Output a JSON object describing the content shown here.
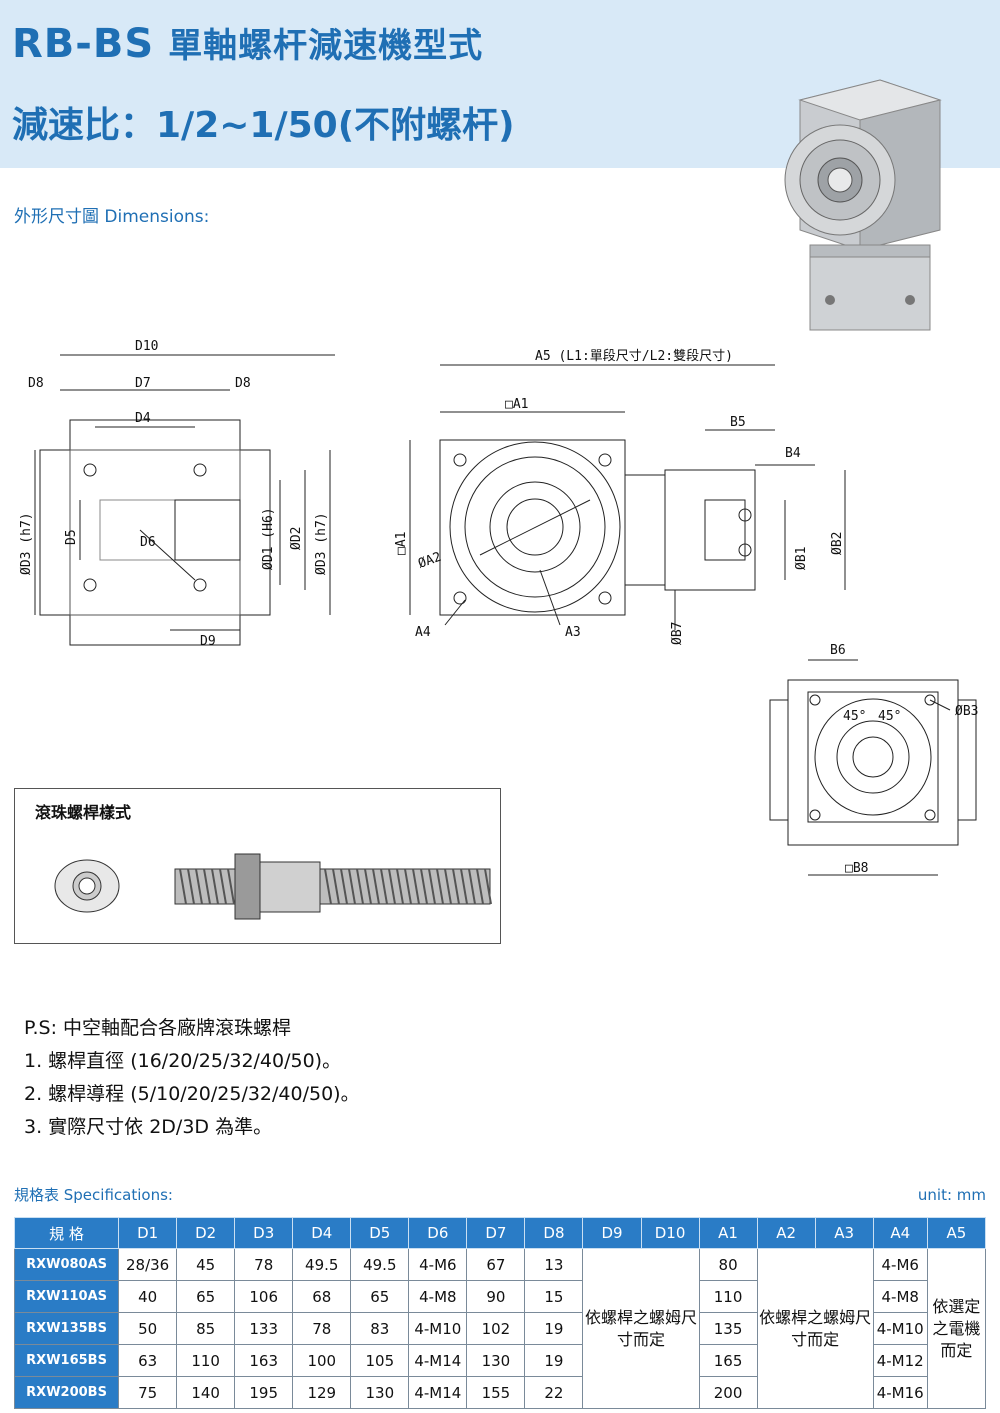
{
  "header": {
    "model": "RB-BS",
    "title_cn": "單軸螺杆減速機型式",
    "ratio": "減速比：1/2~1/50(不附螺杆)"
  },
  "dimensions_label": "外形尺寸圖 Dimensions:",
  "drawing_labels": {
    "d10": "D10",
    "d8": "D8",
    "d7": "D7",
    "d8b": "D8",
    "d4": "D4",
    "d3h7": "ØD3 (h7)",
    "d5": "D5",
    "d6": "D6",
    "d1h6": "ØD1 (H6)",
    "d2": "ØD2",
    "d3h7b": "ØD3 (h7)",
    "d9": "D9",
    "a5": "A5 (L1:單段尺寸/L2:雙段尺寸)",
    "a1": "□A1",
    "a1v": "□A1",
    "a2": "ØA2",
    "a3": "A3",
    "a4": "A4",
    "b5": "B5",
    "b4": "B4",
    "b2": "ØB2",
    "b1": "ØB1",
    "b7": "ØB7",
    "b6": "B6",
    "b3": "ØB3",
    "b8": "□B8",
    "deg1": "45°",
    "deg2": "45°"
  },
  "screw_box_title": "滾珠螺桿樣式",
  "notes": [
    "P.S: 中空軸配合各廠牌滾珠螺桿",
    "1. 螺桿直徑 (16/20/25/32/40/50)。",
    "2. 螺桿導程 (5/10/20/25/32/40/50)。",
    "3. 實際尺寸依 2D/3D 為準。"
  ],
  "spec_label": "規格表 Specifications:",
  "unit": "unit: mm",
  "table": {
    "headers": [
      "規 格",
      "D1",
      "D2",
      "D3",
      "D4",
      "D5",
      "D6",
      "D7",
      "D8",
      "D9",
      "D10",
      "A1",
      "A2",
      "A3",
      "A4",
      "A5"
    ],
    "rows": [
      {
        "model": "RXW080AS",
        "d1": "28/36",
        "d2": "45",
        "d3": "78",
        "d4": "49.5",
        "d5": "49.5",
        "d6": "4-M6",
        "d7": "67",
        "d8": "13",
        "a1": "80",
        "a4": "4-M6"
      },
      {
        "model": "RXW110AS",
        "d1": "40",
        "d2": "65",
        "d3": "106",
        "d4": "68",
        "d5": "65",
        "d6": "4-M8",
        "d7": "90",
        "d8": "15",
        "a1": "110",
        "a4": "4-M8"
      },
      {
        "model": "RXW135BS",
        "d1": "50",
        "d2": "85",
        "d3": "133",
        "d4": "78",
        "d5": "83",
        "d6": "4-M10",
        "d7": "102",
        "d8": "19",
        "a1": "135",
        "a4": "4-M10"
      },
      {
        "model": "RXW165BS",
        "d1": "63",
        "d2": "110",
        "d3": "163",
        "d4": "100",
        "d5": "105",
        "d6": "4-M14",
        "d7": "130",
        "d8": "19",
        "a1": "165",
        "a4": "4-M12"
      },
      {
        "model": "RXW200BS",
        "d1": "75",
        "d2": "140",
        "d3": "195",
        "d4": "129",
        "d5": "130",
        "d6": "4-M14",
        "d7": "155",
        "d8": "22",
        "a1": "200",
        "a4": "4-M16"
      }
    ],
    "d9_d10_note": "依螺桿之螺姆尺寸而定",
    "a2_a3_note": "依螺桿之螺姆尺寸而定",
    "a5_note": "依選定之電機而定"
  },
  "colors": {
    "brand_blue": "#1f6fb4",
    "header_bg": "#d8e9f7",
    "table_header": "#2a7cc6"
  }
}
